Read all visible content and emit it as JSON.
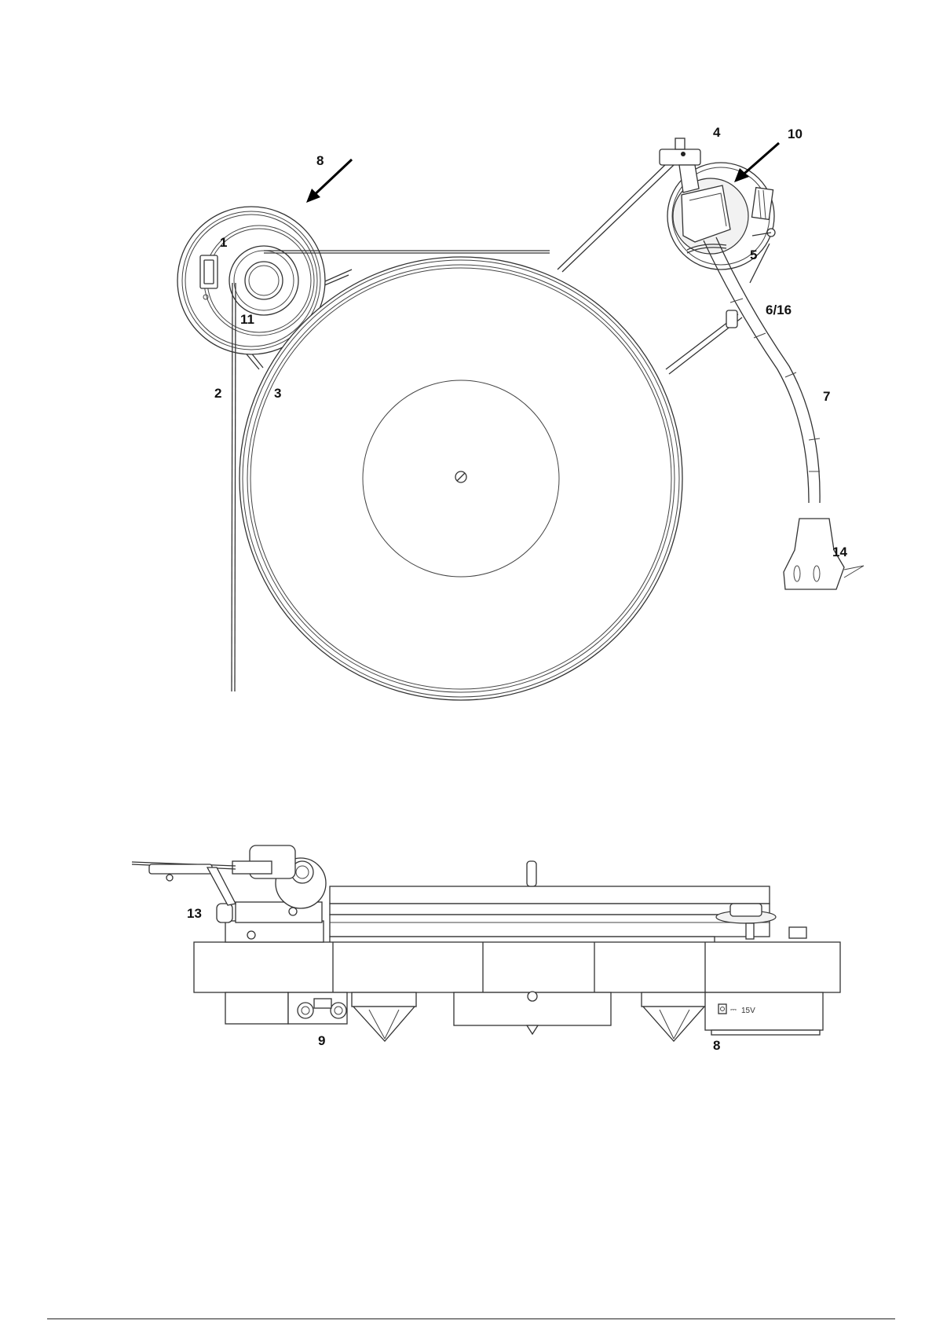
{
  "top_view": {
    "labels": {
      "motor_power": "1",
      "belt": "2",
      "subplatter": "3",
      "counterweight": "4",
      "antiskating": "5",
      "arm_lift": "6/16",
      "tonearm": "7",
      "motor_unit_top": "8",
      "bearing": "10",
      "motor_pulley": "11",
      "headshell": "14"
    }
  },
  "side_view": {
    "labels": {
      "height_adjust": "13",
      "rca_outputs": "9",
      "power_socket": "8"
    },
    "power_socket_text": "15V"
  }
}
